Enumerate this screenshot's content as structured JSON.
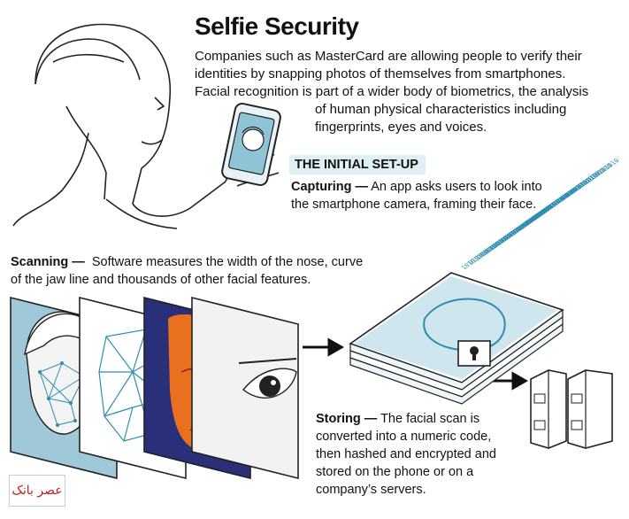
{
  "header": {
    "title": "Selfie Security",
    "intro_lines": [
      "Companies such as MasterCard are allowing people to verify their",
      "identities by snapping photos of themselves from smartphones.",
      "Facial recognition is part of a wider body of biometrics, the analysis",
      "of human physical characteristics including",
      "fingerprints, eyes and voices."
    ]
  },
  "section_heading": "THE INITIAL SET-UP",
  "steps": {
    "capturing": {
      "label": "Capturing —",
      "lines": [
        "An app asks users to look into",
        "the smartphone camera, framing their face."
      ]
    },
    "scanning": {
      "label": "Scanning —",
      "lines": [
        "Software measures the width of the nose, curve",
        "of the jaw line and thousands of other facial features."
      ]
    },
    "storing": {
      "label": "Storing —",
      "lines": [
        "The facial scan is",
        "converted into a numeric code,",
        "then hashed and encrypted and",
        "stored on the phone or on a",
        "company’s servers."
      ]
    }
  },
  "binary_text": "1010100101001010100100101010",
  "watermark_text": "عصر بانک",
  "colors": {
    "accent_blue": "#5aa7c2",
    "light_blue": "#cfe6ee",
    "heading_bg": "#dff0f4",
    "orange": "#e8701f",
    "navy": "#2a2f7a"
  }
}
